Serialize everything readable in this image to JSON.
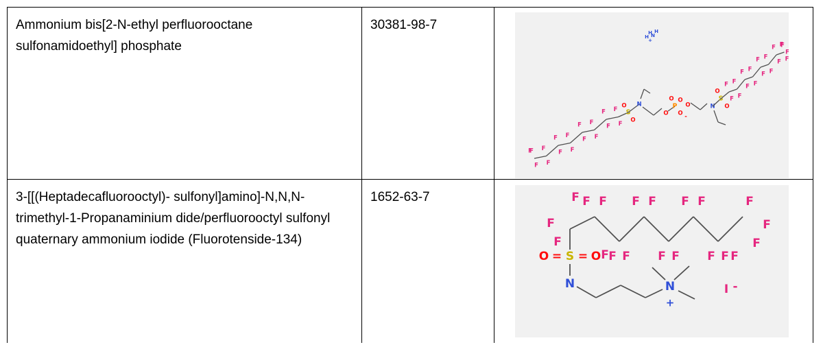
{
  "rows": [
    {
      "name": "Ammonium bis[2-N-ethyl perfluorooctane sulfonamidoethyl] phosphate",
      "cas": "30381-98-7",
      "structure_icon": "ammonium-bis-perfluorooctane-sulfonamidoethyl-phosphate-structure-icon"
    },
    {
      "name": "3-[[(Heptadecafluorooctyl)- sulfonyl]amino]-N,N,N-trimethyl-1-Propanaminium dide/perfluorooctyl sulfonyl quaternary ammonium iodide (Fluorotenside-134)",
      "cas": "1652-63-7",
      "structure_icon": "fluorotenside-134-structure-icon"
    }
  ],
  "colors": {
    "fluorine": "#e5267f",
    "oxygen": "#ff0d0d",
    "nitrogen": "#2f4fd8",
    "sulfur": "#c9b400",
    "phosphorus": "#ff8c00",
    "bond": "#505050",
    "panel_bg": "#f1f1f1"
  }
}
